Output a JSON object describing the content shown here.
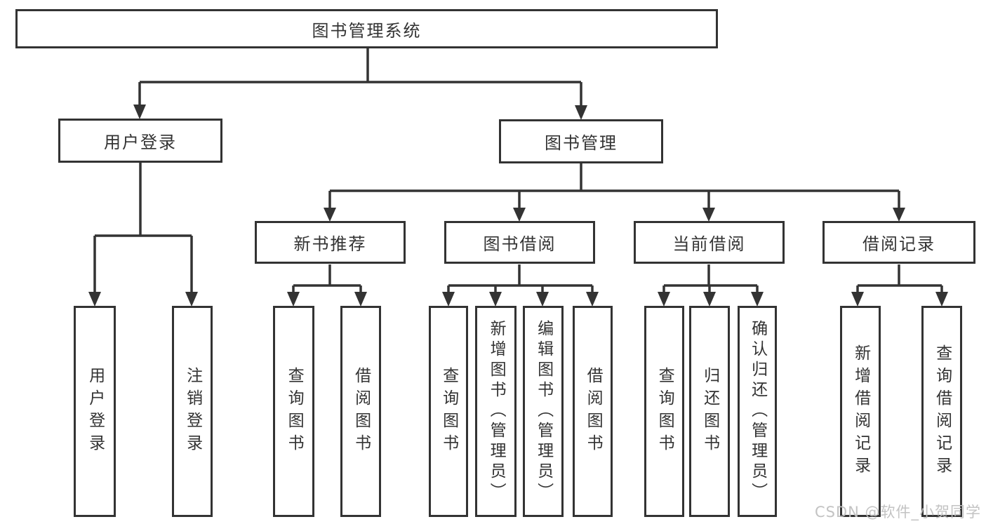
{
  "tree": {
    "root": {
      "label": "图书管理系统"
    },
    "branches": [
      {
        "label": "用户登录",
        "children": [
          {
            "label": "用户登录"
          },
          {
            "label": "注销登录"
          }
        ]
      },
      {
        "label": "图书管理",
        "children": [
          {
            "label": "新书推荐",
            "children": [
              {
                "label": "查询图书"
              },
              {
                "label": "借阅图书"
              }
            ]
          },
          {
            "label": "图书借阅",
            "children": [
              {
                "label": "查询图书"
              },
              {
                "label": "新增图书（管理员）"
              },
              {
                "label": "编辑图书（管理员）"
              },
              {
                "label": "借阅图书"
              }
            ]
          },
          {
            "label": "当前借阅",
            "children": [
              {
                "label": "查询图书"
              },
              {
                "label": "归还图书"
              },
              {
                "label": "确认归还（管理员）"
              }
            ]
          },
          {
            "label": "借阅记录",
            "children": [
              {
                "label": "新增借阅记录"
              },
              {
                "label": "查询借阅记录"
              }
            ]
          }
        ]
      }
    ]
  },
  "watermark": "CSDN @软件_小贺同学",
  "colors": {
    "line": "#333333",
    "text": "#333333",
    "box_background": "#ffffff",
    "watermark": "#c0c0c0"
  }
}
